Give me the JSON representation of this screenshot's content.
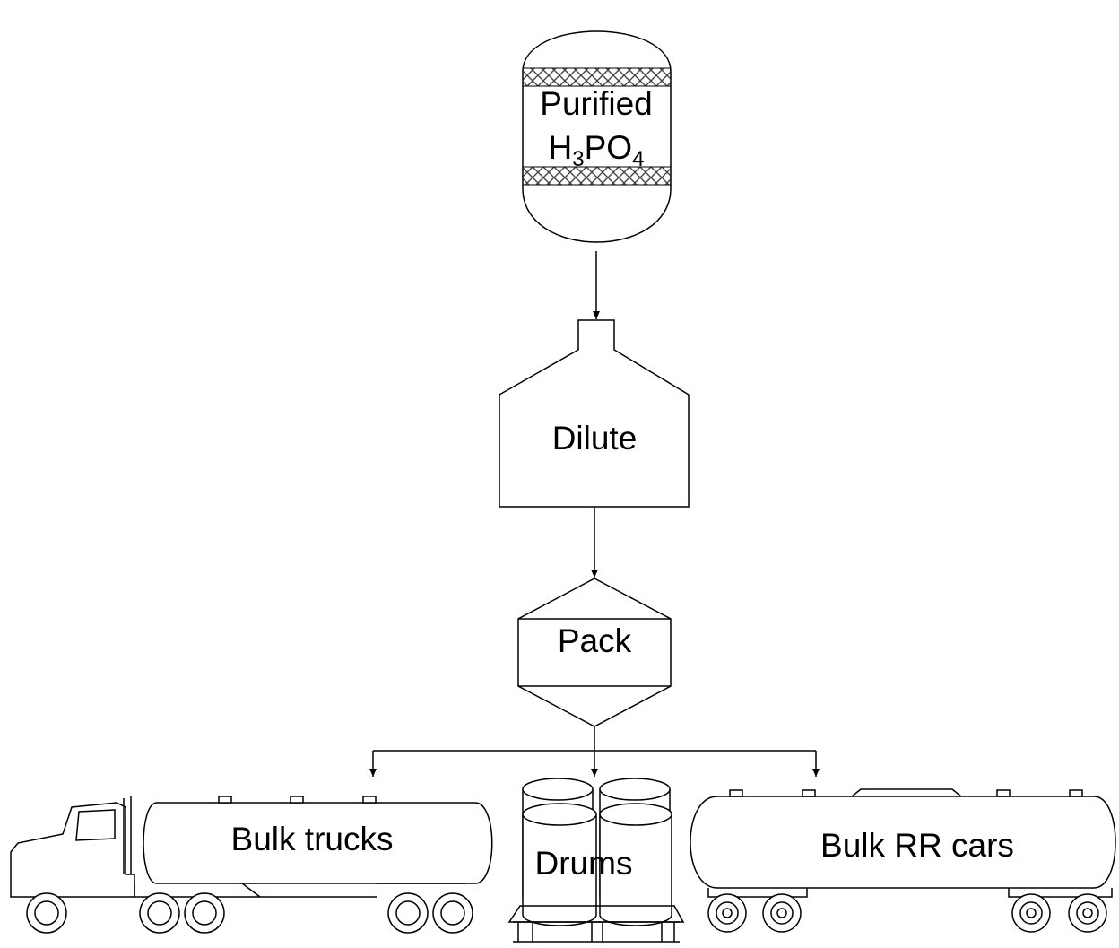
{
  "diagram": {
    "nodes": {
      "tank": {
        "label_line1": "Purified",
        "label_line2_main": "H",
        "sub1": "3",
        "mid": "PO",
        "sub2": "4"
      },
      "dilute": {
        "label": "Dilute"
      },
      "pack": {
        "label": "Pack"
      },
      "trucks": {
        "label": "Bulk trucks"
      },
      "drums": {
        "label": "Drums"
      },
      "railcars": {
        "label": "Bulk RR cars"
      }
    },
    "edges": [
      {
        "from": "tank",
        "to": "dilute"
      },
      {
        "from": "dilute",
        "to": "pack"
      },
      {
        "from": "pack",
        "to": "trucks"
      },
      {
        "from": "pack",
        "to": "drums"
      },
      {
        "from": "pack",
        "to": "railcars"
      }
    ]
  }
}
